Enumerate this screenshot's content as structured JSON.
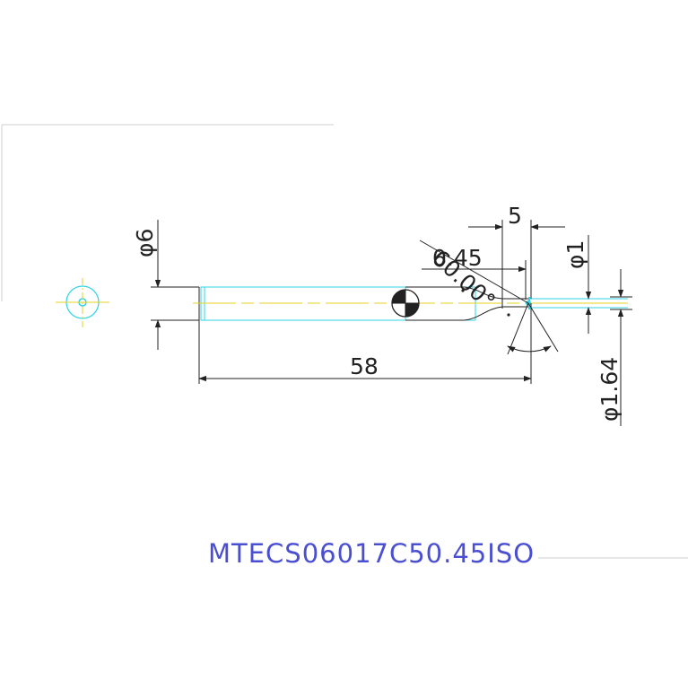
{
  "drawing": {
    "part_number": "MTECS06017C50.45ISO",
    "dimensions": {
      "shank_diameter": "φ6",
      "overall_length": "58",
      "length_offset": "5",
      "corner_radius": "0.45",
      "neck_diameter": "φ1",
      "tip_diameter": "φ1.64",
      "point_angle": "60.00°"
    }
  },
  "colors": {
    "line": "#222222",
    "cyan": "#2fd3e6",
    "yellow": "#e6d21f",
    "blue": "#4a4fd1",
    "border": "#cfcfcf"
  },
  "icons": {
    "end_view": "circle-crosshair-icon",
    "section": "section-symbol-icon",
    "angle": "angle-arc-icon"
  }
}
